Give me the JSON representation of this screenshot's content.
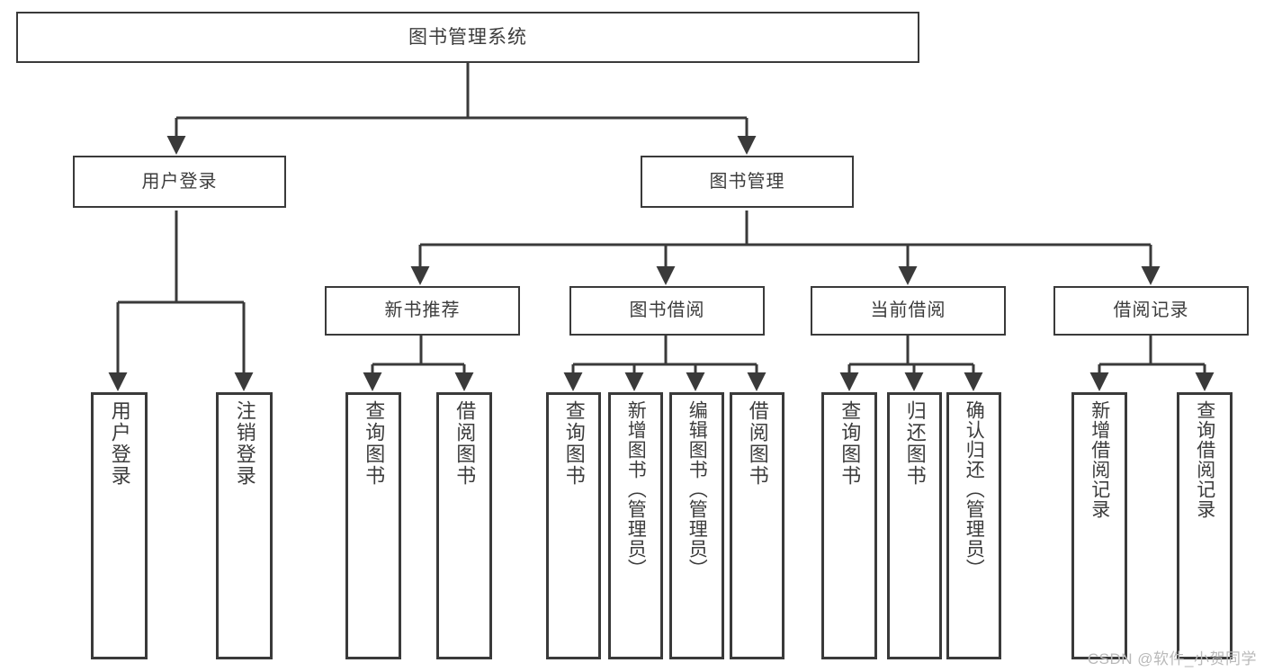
{
  "diagram": {
    "title": "图书管理系统",
    "type": "tree",
    "root": {
      "label": "图书管理系统"
    },
    "level2": [
      {
        "label": "用户登录"
      },
      {
        "label": "图书管理"
      }
    ],
    "level3": [
      {
        "label": "新书推荐"
      },
      {
        "label": "图书借阅"
      },
      {
        "label": "当前借阅"
      },
      {
        "label": "借阅记录"
      }
    ],
    "leaves": {
      "user_login": [
        {
          "label": "用户登录"
        },
        {
          "label": "注销登录"
        }
      ],
      "new_book_rec": [
        {
          "label": "查询图书"
        },
        {
          "label": "借阅图书"
        }
      ],
      "book_borrow": [
        {
          "label": "查询图书"
        },
        {
          "label": "新增图书（管理员）"
        },
        {
          "label": "编辑图书（管理员）"
        },
        {
          "label": "借阅图书"
        }
      ],
      "current_borrow": [
        {
          "label": "查询图书"
        },
        {
          "label": "归还图书"
        },
        {
          "label": "确认归还（管理员）"
        }
      ],
      "borrow_record": [
        {
          "label": "新增借阅记录"
        },
        {
          "label": "查询借阅记录"
        }
      ]
    },
    "watermark": "CSDN @软件_小贺同学",
    "colors": {
      "border": "#3a3a3a",
      "text": "#3c3c3c",
      "background": "#ffffff",
      "watermark": "#b9b9b9"
    }
  }
}
